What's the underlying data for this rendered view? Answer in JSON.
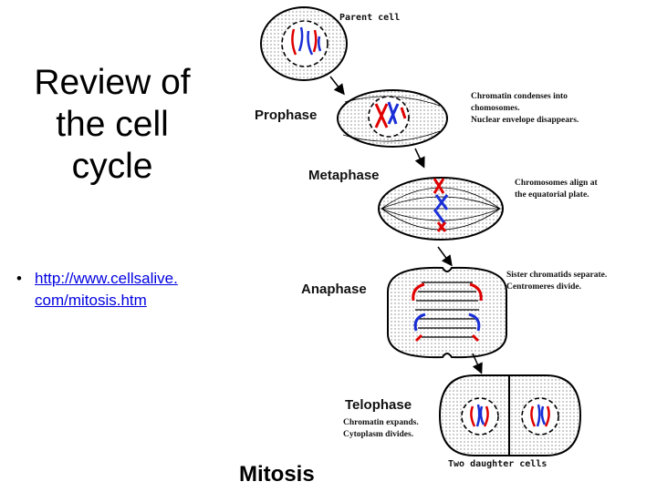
{
  "title": "Review of the cell cycle",
  "bullet": {
    "link": "http://www.cellsalive.com/mitosis.htm"
  },
  "diagram": {
    "parent_label": "Parent cell",
    "phases": {
      "prophase": "Prophase",
      "metaphase": "Metaphase",
      "anaphase": "Anaphase",
      "telophase": "Telophase"
    },
    "notes": {
      "prophase": [
        "Chromatin condenses into",
        "chomosomes.",
        "Nuclear envelope disappears."
      ],
      "metaphase": [
        "Chromosomes align at",
        "the equatorial plate."
      ],
      "anaphase": [
        "Sister chromatids separate.",
        "Centromeres divide."
      ],
      "telophase": [
        "Chromatin expands.",
        "Cytoplasm divides."
      ]
    },
    "daughter_label": "Two daughter cells",
    "caption": "Mitosis",
    "colors": {
      "red_chromosome": "#e00000",
      "blue_chromosome": "#1a2fd6",
      "outline": "#000000"
    }
  }
}
